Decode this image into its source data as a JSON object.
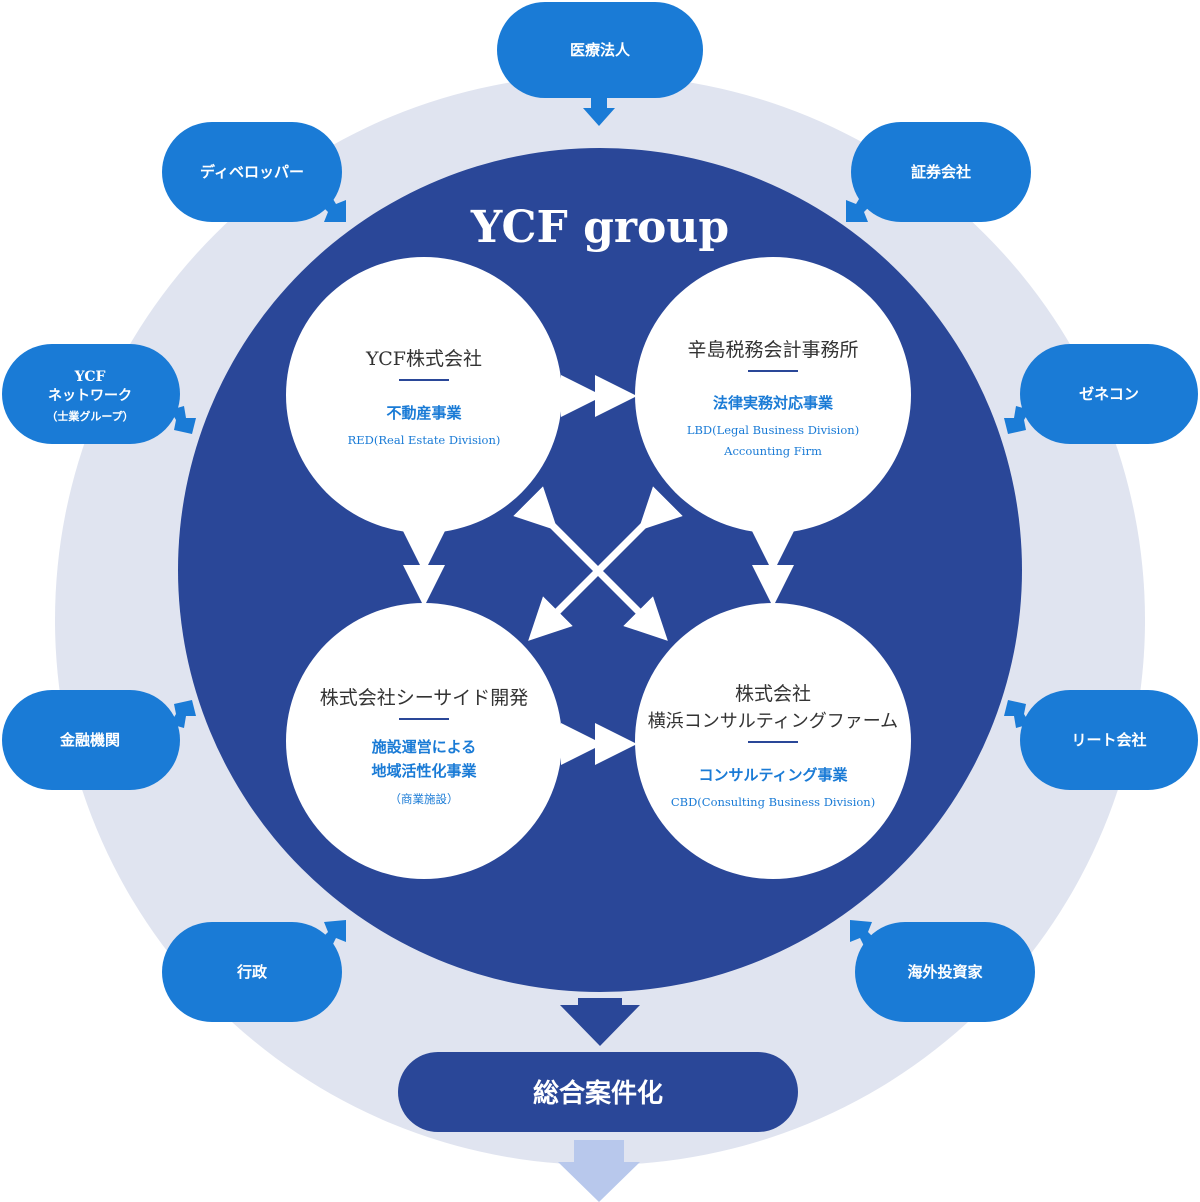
{
  "colors": {
    "outer_ring": "#e0e4f0",
    "inner_circle": "#2a4798",
    "satellite": "#1a7bd6",
    "accent_text": "#1a7bd6",
    "dark_text": "#333333",
    "bottom_arrow": "#b8c8ec"
  },
  "title": "YCF group",
  "companies": [
    {
      "name": "YCF株式会社",
      "division_lines": [
        "不動産事業"
      ],
      "sub_lines": [
        "RED(Real Estate Division)"
      ]
    },
    {
      "name": "辛島税務会計事務所",
      "division_lines": [
        "法律実務対応事業"
      ],
      "sub_lines": [
        "LBD(Legal Business Division)",
        "Accounting Firm"
      ]
    },
    {
      "name": "株式会社シーサイド開発",
      "division_lines": [
        "施設運営による",
        "地域活性化事業"
      ],
      "sub_lines": [
        "（商業施設）"
      ]
    },
    {
      "name_lines": [
        "株式会社",
        "横浜コンサルティングファーム"
      ],
      "division_lines": [
        "コンサルティング事業"
      ],
      "sub_lines": [
        "CBD(Consulting Business Division)"
      ]
    }
  ],
  "partners": {
    "medical": "医療法人",
    "developer": "ディベロッパー",
    "securities": "証券会社",
    "network": [
      "YCF",
      "ネットワーク",
      "（士業グループ）"
    ],
    "general_contractor": "ゼネコン",
    "financial": "金融機関",
    "reit": "リート会社",
    "government": "行政",
    "overseas": "海外投資家"
  },
  "result": "総合案件化"
}
